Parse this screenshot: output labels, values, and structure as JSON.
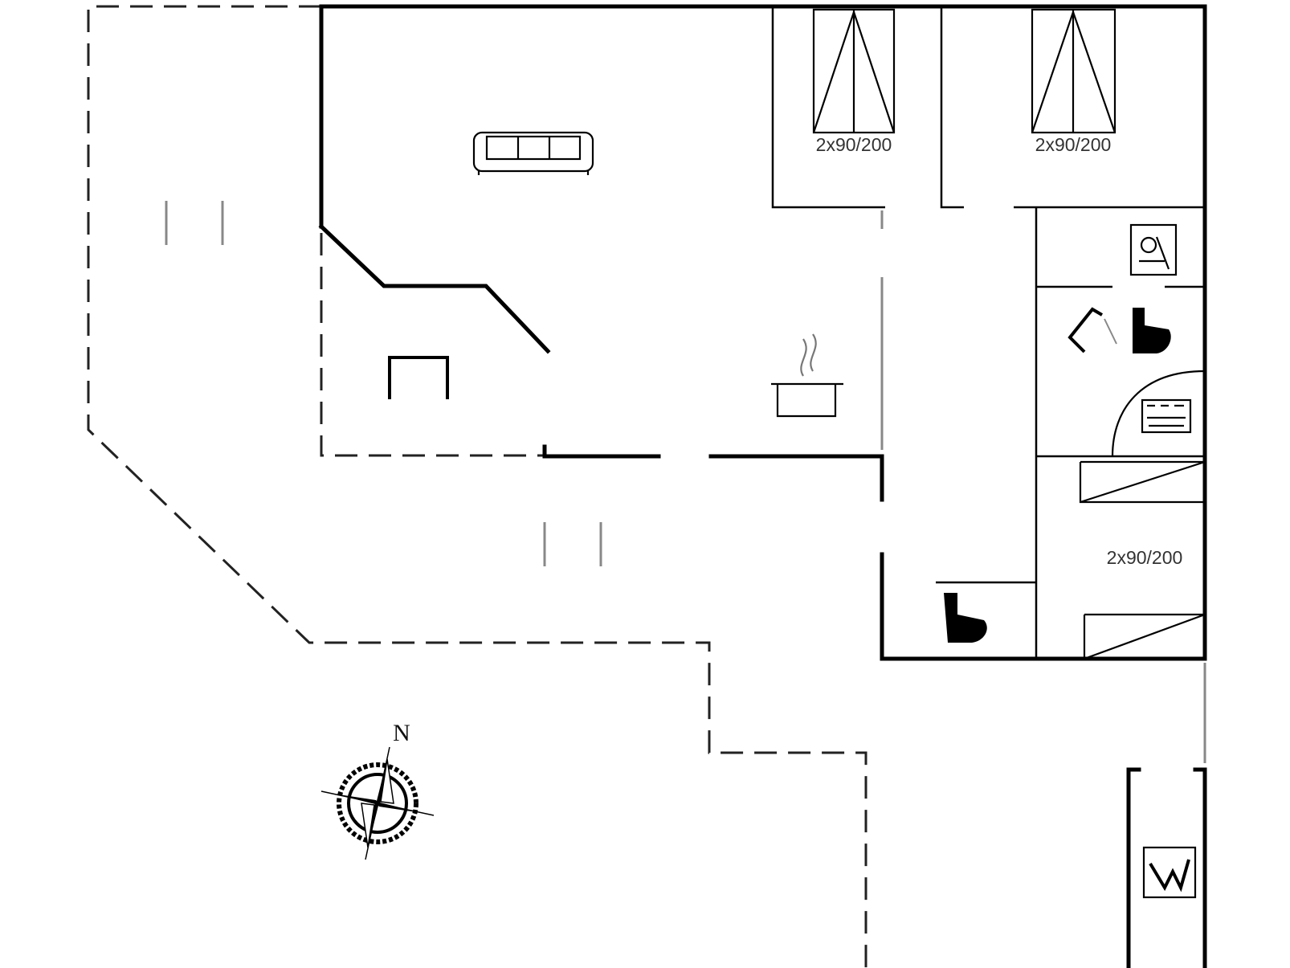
{
  "plan": {
    "bed_labels": [
      "2x90/200",
      "2x90/200",
      "2x90/200"
    ],
    "compass_label": "N"
  },
  "icons": [
    "sofa-icon",
    "stove-pot-icon",
    "bed-icon",
    "washing-machine-icon",
    "shower-icon",
    "toilet-icon",
    "sauna-icon",
    "heater-icon",
    "compass-rose-icon"
  ],
  "colors": {
    "wall": "#000000",
    "terrace": "#222222",
    "background": "#ffffff"
  }
}
